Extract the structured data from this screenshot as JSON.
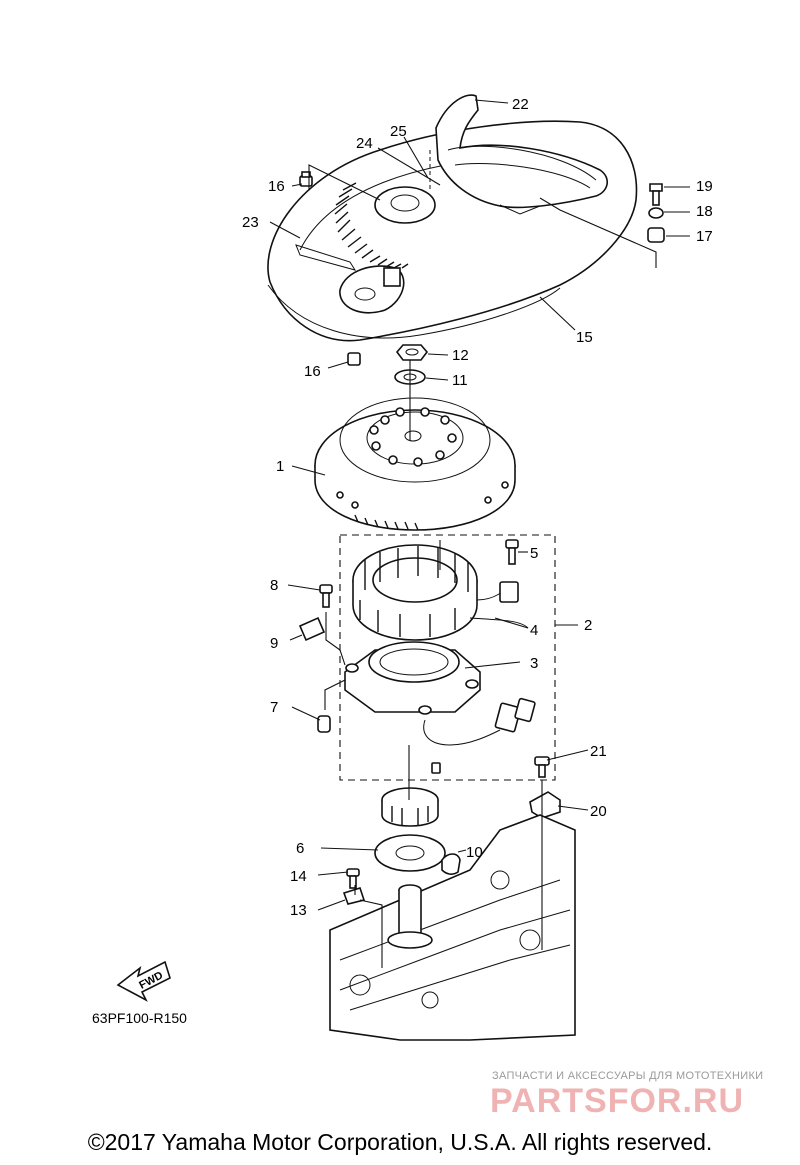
{
  "diagram": {
    "callouts": {
      "n1": "1",
      "n2": "2",
      "n3": "3",
      "n4": "4",
      "n5": "5",
      "n6": "6",
      "n7": "7",
      "n8": "8",
      "n9": "9",
      "n10": "10",
      "n11": "11",
      "n12": "12",
      "n13": "13",
      "n14": "14",
      "n15": "15",
      "n16a": "16",
      "n16b": "16",
      "n17": "17",
      "n18": "18",
      "n19": "19",
      "n20": "20",
      "n21": "21",
      "n22": "22",
      "n23": "23",
      "n24": "24",
      "n25": "25"
    },
    "fwd_label": "FWD",
    "diagram_code": "63PF100-R150"
  },
  "watermark": {
    "tagline": "ЗАПЧАСТИ И АКСЕССУАРЫ ДЛЯ МОТОТЕХНИКИ",
    "logo": "PARTSFOR.RU",
    "color": "#f0b3b3"
  },
  "footer": {
    "copyright": "©2017 Yamaha Motor Corporation, U.S.A. All rights reserved."
  }
}
